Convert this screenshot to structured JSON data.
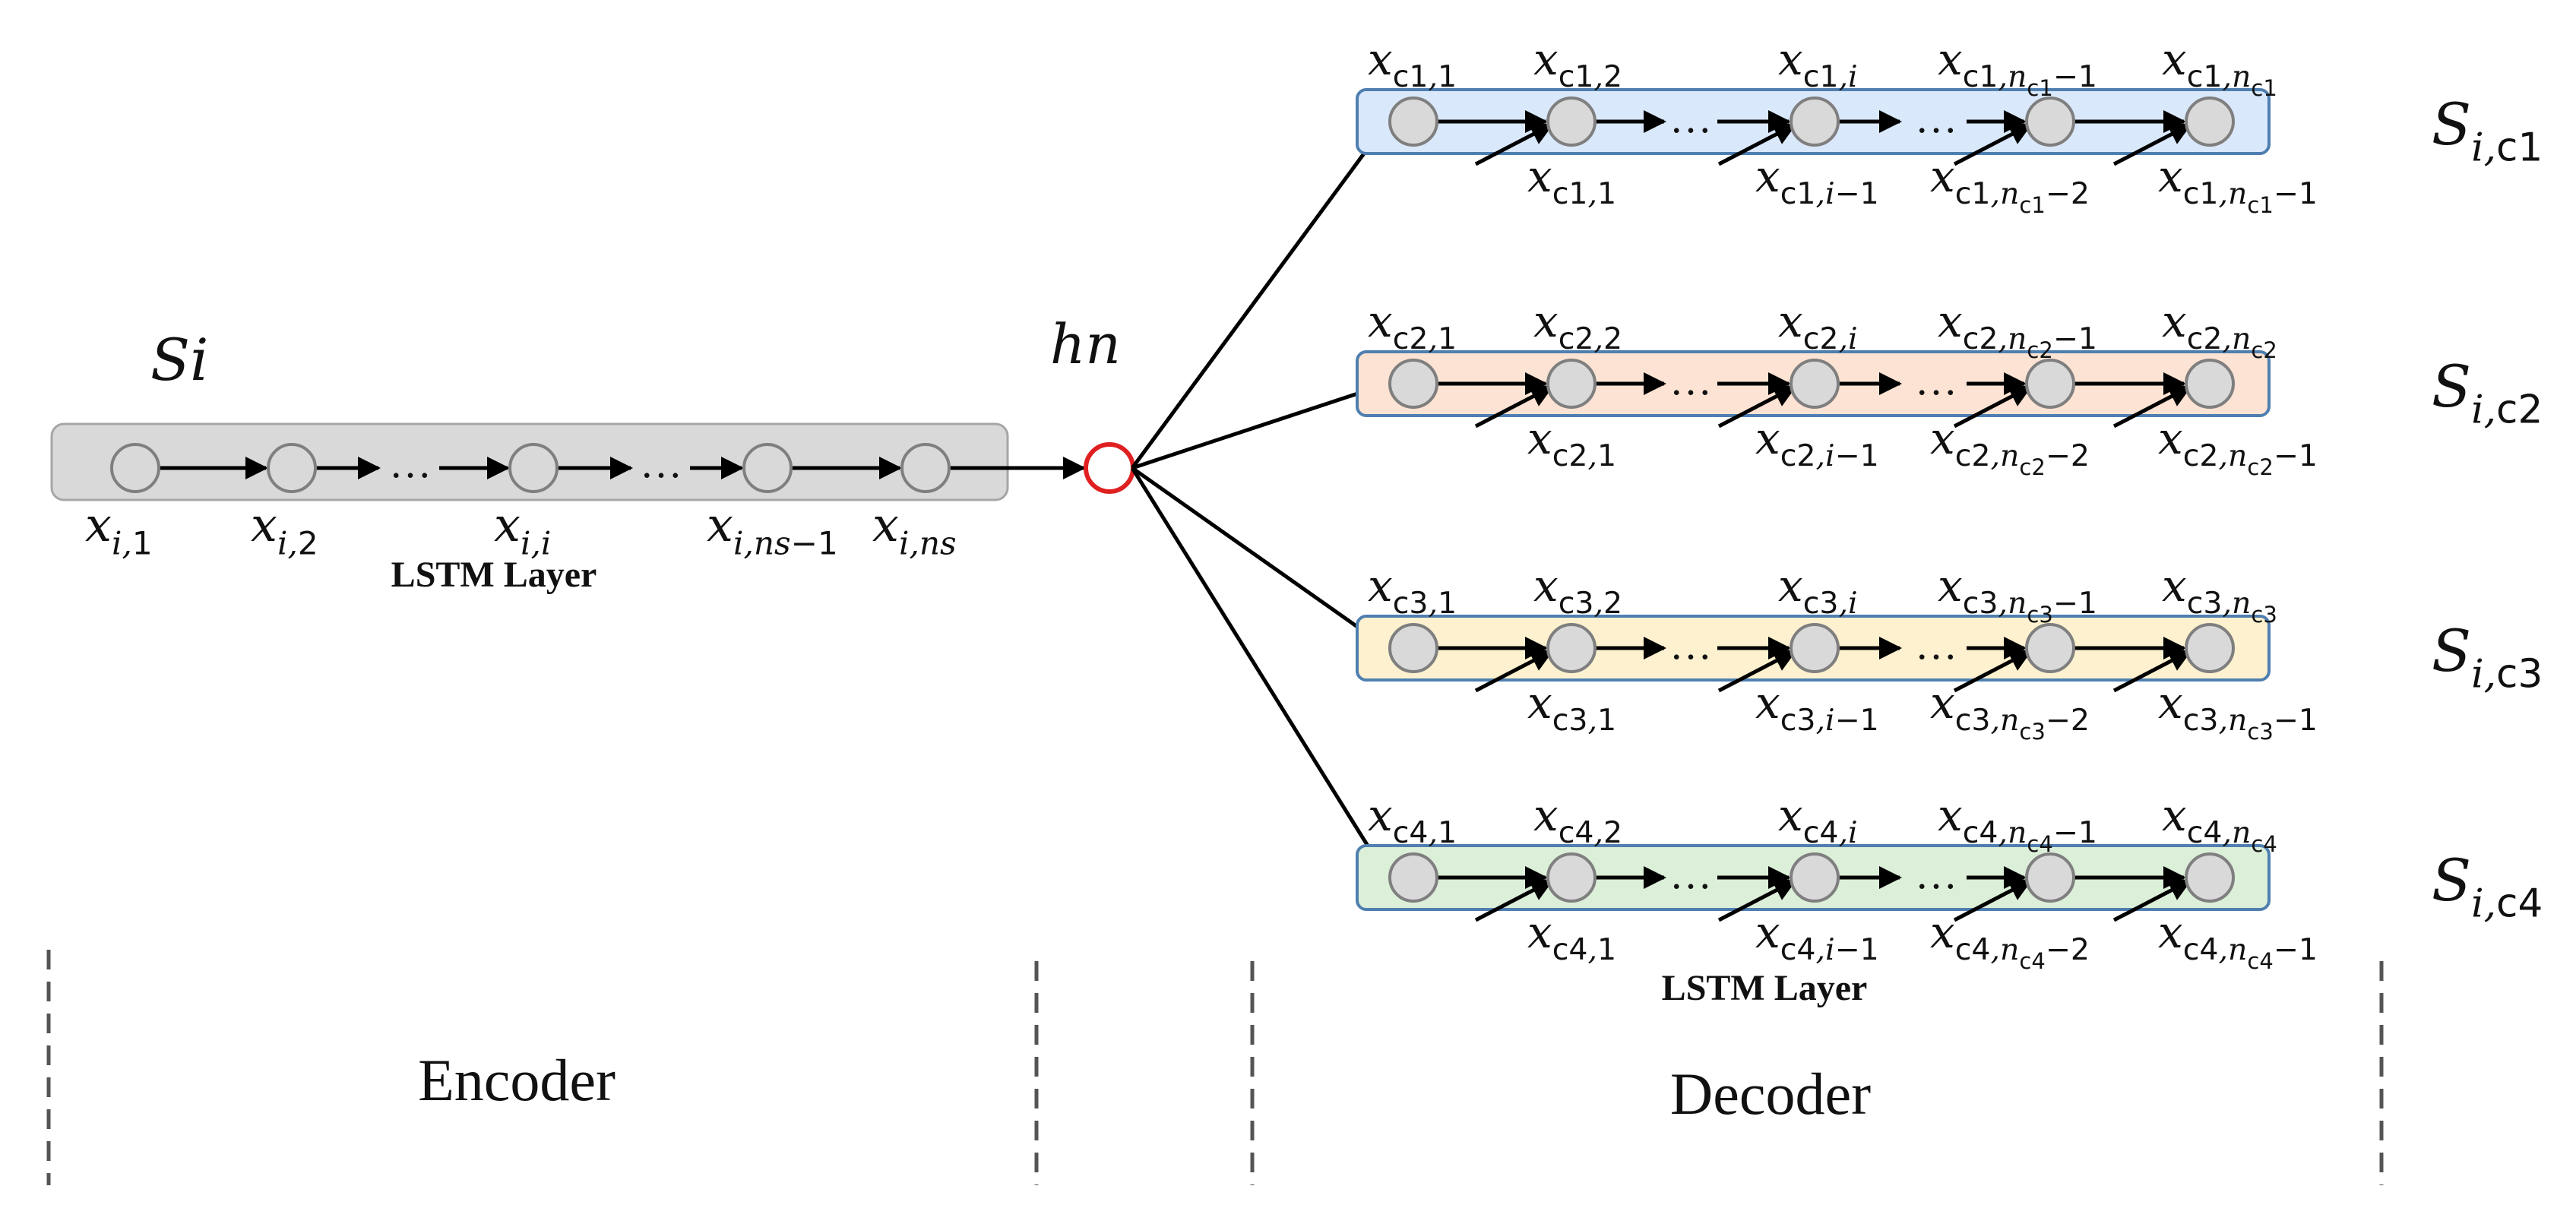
{
  "encoder": {
    "sequence_label": "S_i",
    "layer_label": "LSTM Layer",
    "section_label": "Encoder",
    "node_labels": [
      "x_{i,1}",
      "x_{i,2}",
      "x_{i,i}",
      "x_{i,n_s-1}",
      "x_{i,n_s}"
    ],
    "ellipsis": "…"
  },
  "hidden_state": {
    "label": "h_n"
  },
  "decoder": {
    "layer_label": "LSTM Layer",
    "section_label": "Decoder",
    "ellipsis": "…",
    "rows": [
      {
        "fill": "#dae8fc",
        "stroke": "#4f7fb0",
        "output_label": "S_{i,c_1}",
        "top_labels": [
          "x_{c_1,1}",
          "x_{c_1,2}",
          "x_{c_1,i}",
          "x_{c_1,n_{c_1}-1}",
          "x_{c_1,n_{c_1}}"
        ],
        "bottom_labels": [
          "x_{c_1,1}",
          "x_{c_1,i-1}",
          "x_{c_1,n_{c_1}-2}",
          "x_{c_1,n_{c_1}-1}"
        ]
      },
      {
        "fill": "#fde3d3",
        "stroke": "#4f7fb0",
        "output_label": "S_{i,c_2}",
        "top_labels": [
          "x_{c_2,1}",
          "x_{c_2,2}",
          "x_{c_2,i}",
          "x_{c_2,n_{c_2}-1}",
          "x_{c_2,n_{c_2}}"
        ],
        "bottom_labels": [
          "x_{c_2,1}",
          "x_{c_2,i-1}",
          "x_{c_2,n_{c_2}-2}",
          "x_{c_2,n_{c_2}-1}"
        ]
      },
      {
        "fill": "#fdf1cf",
        "stroke": "#4f7fb0",
        "output_label": "S_{i,c_3}",
        "top_labels": [
          "x_{c_3,1}",
          "x_{c_3,2}",
          "x_{c_3,i}",
          "x_{c_3,n_{c_3}-1}",
          "x_{c_3,n_{c_3}}"
        ],
        "bottom_labels": [
          "x_{c_3,1}",
          "x_{c_3,i-1}",
          "x_{c_3,n_{c_3}-2}",
          "x_{c_3,n_{c_3}-1}"
        ]
      },
      {
        "fill": "#dcefd9",
        "stroke": "#4f7fb0",
        "output_label": "S_{i,c_4}",
        "top_labels": [
          "x_{c_4,1}",
          "x_{c_4,2}",
          "x_{c_4,i}",
          "x_{c_4,n_{c_4}-1}",
          "x_{c_4,n_{c_4}}"
        ],
        "bottom_labels": [
          "x_{c_4,1}",
          "x_{c_4,i-1}",
          "x_{c_4,n_{c_4}-2}",
          "x_{c_4,n_{c_4}-1}"
        ]
      }
    ]
  },
  "colors": {
    "encoder_fill": "#d9d9d9",
    "node_fill": "#d9d9d9",
    "node_stroke": "#7f7f7f",
    "hidden_stroke": "#e02020",
    "arrow": "#000000",
    "divider": "#555555"
  }
}
